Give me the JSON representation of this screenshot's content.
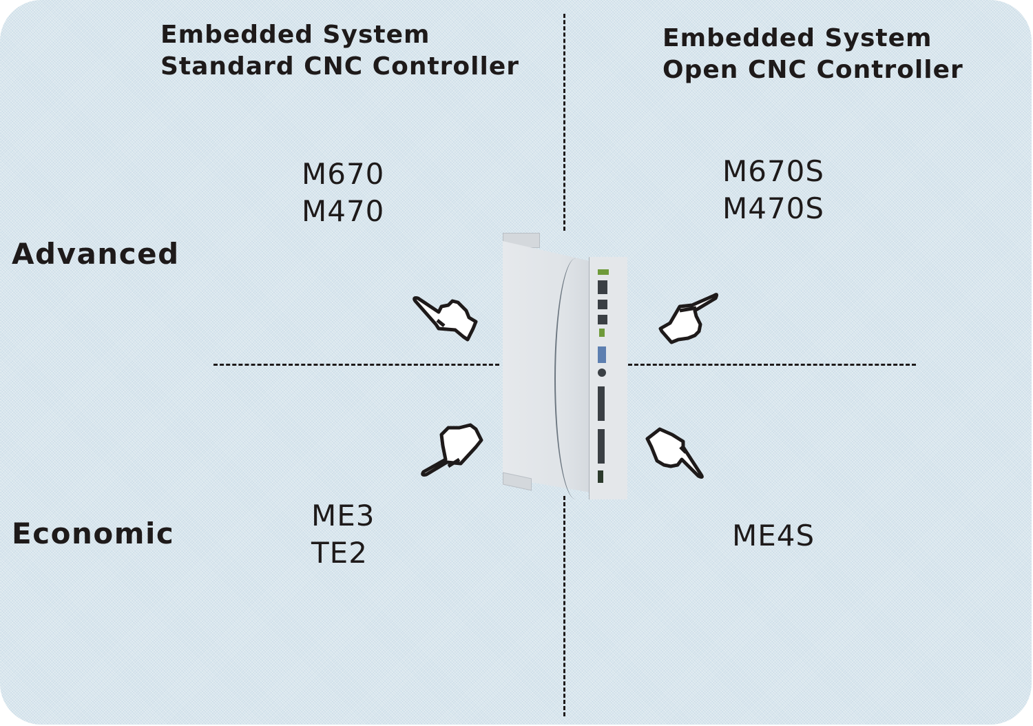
{
  "columns": {
    "left": {
      "title_line1": "Embedded System",
      "title_line2": "Standard CNC Controller"
    },
    "right": {
      "title_line1": "Embedded System",
      "title_line2": "Open CNC Controller"
    }
  },
  "rows": {
    "top": {
      "label": "Advanced"
    },
    "bottom": {
      "label": "Economic"
    }
  },
  "quadrants": {
    "standard_advanced": [
      "M670",
      "M470"
    ],
    "open_advanced": [
      "M670S",
      "M470S"
    ],
    "standard_economic": [
      "ME3",
      "TE2"
    ],
    "open_economic": [
      "ME4S"
    ]
  },
  "icons": {
    "hand_top_left": "pointing-hand-icon",
    "hand_top_right": "pointing-hand-icon",
    "hand_bottom_left": "pointing-hand-icon",
    "hand_bottom_right": "pointing-hand-icon",
    "device": "cnc-controller-device-image"
  },
  "colors": {
    "background": "#d9e6ed",
    "text": "#1e1a1a",
    "device": "#e4e7ea"
  }
}
